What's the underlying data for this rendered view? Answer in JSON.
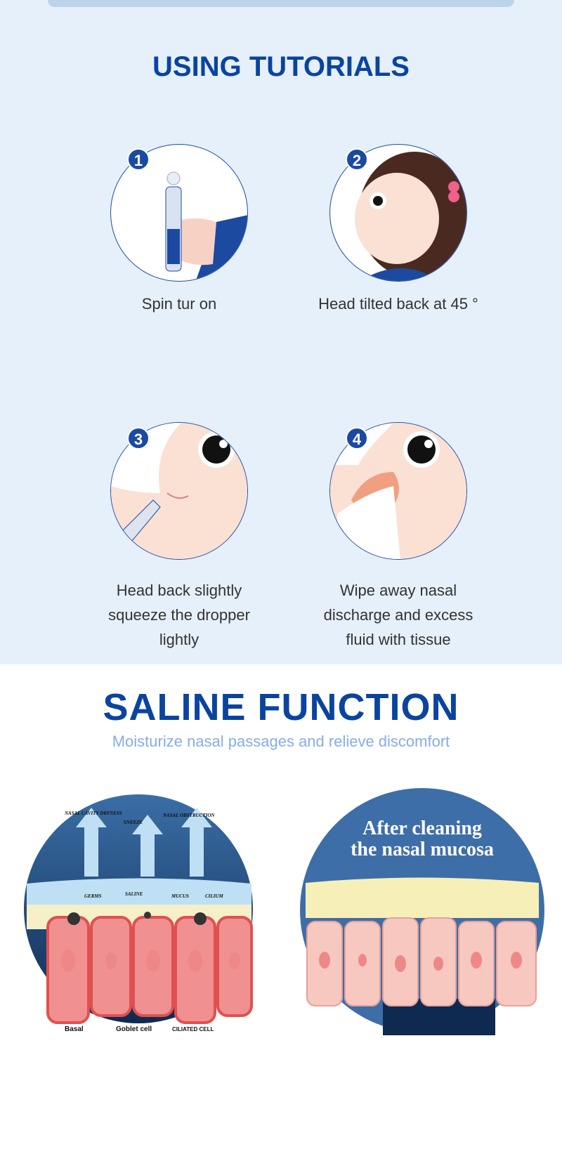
{
  "tutorials": {
    "title": "USING TUTORIALS",
    "steps": [
      {
        "number": "1",
        "caption": "Spin tur on"
      },
      {
        "number": "2",
        "caption": "Head tilted back at 45 °"
      },
      {
        "number": "3",
        "caption": "Head back slightly squeeze the dropper lightly",
        "lines": [
          "Head back slightly",
          "squeeze the dropper",
          "lightly"
        ]
      },
      {
        "number": "4",
        "caption": "Wipe away nasal discharge and excess fluid with tissue",
        "lines": [
          "Wipe away nasal",
          "discharge and excess",
          "fluid with tissue"
        ]
      }
    ]
  },
  "saline": {
    "title": "SALINE FUNCTION",
    "subtitle": "Moisturize nasal passages and relieve discomfort",
    "before_labels": {
      "dryness": "NASAL CAVITY DRYNESS",
      "sneeze": "SNEEZE",
      "obstruction": "NASAL OBSTRUCTION",
      "germs": "GERMS",
      "saline": "SALINE",
      "mucus": "MUCUS",
      "cilium": "CILIUM",
      "basal": "Basal",
      "goblet": "Goblet cell",
      "ciliated": "CILIATED CELL"
    },
    "after_title": [
      "After cleaning",
      "the nasal mucosa"
    ]
  },
  "colors": {
    "brand_blue": "#0a44a0",
    "subtitle_blue": "#86acea",
    "section_bg": "#e6f0fa"
  }
}
